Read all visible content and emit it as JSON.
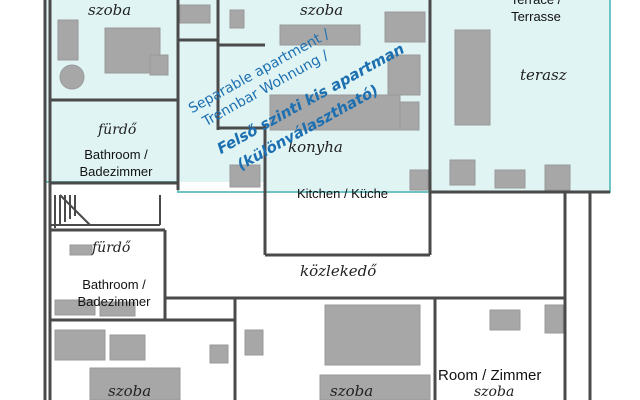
{
  "labels": {
    "room_top_left": "szoba",
    "room_top_center": "szoba",
    "terrace_caption_line1": "Terrace /",
    "terrace_caption_line2": "Terrasse",
    "terrace_hand": "terasz",
    "bath_upper_hand": "fürdő",
    "bath_upper_line1": "Bathroom /",
    "bath_upper_line2": "Badezimmer",
    "kitchen_hand": "konyha",
    "kitchen_caption": "Kitchen / Küche",
    "bath_lower_hand": "fürdő",
    "bath_lower_line1": "Bathroom /",
    "bath_lower_line2": "Badezimmer",
    "corridor_hand": "közlekedő",
    "room_bottom_left": "szoba",
    "room_bottom_center": "szoba",
    "room_bottom_right_caption": "Room / Zimmer",
    "room_bottom_right": "szoba"
  },
  "overlay": {
    "line1": "Separable apartment /",
    "line2": "Trennbar Wohnung /",
    "line3": "Felső szinti kis apartman",
    "line4": "(különválasztható)"
  },
  "colors": {
    "separable_area": "#e0f4f4",
    "separable_outline": "#6fc3c3",
    "wall": "#4a4a4a",
    "furniture": "#a7a7a7",
    "overlay_text": "#1c6fb0"
  }
}
